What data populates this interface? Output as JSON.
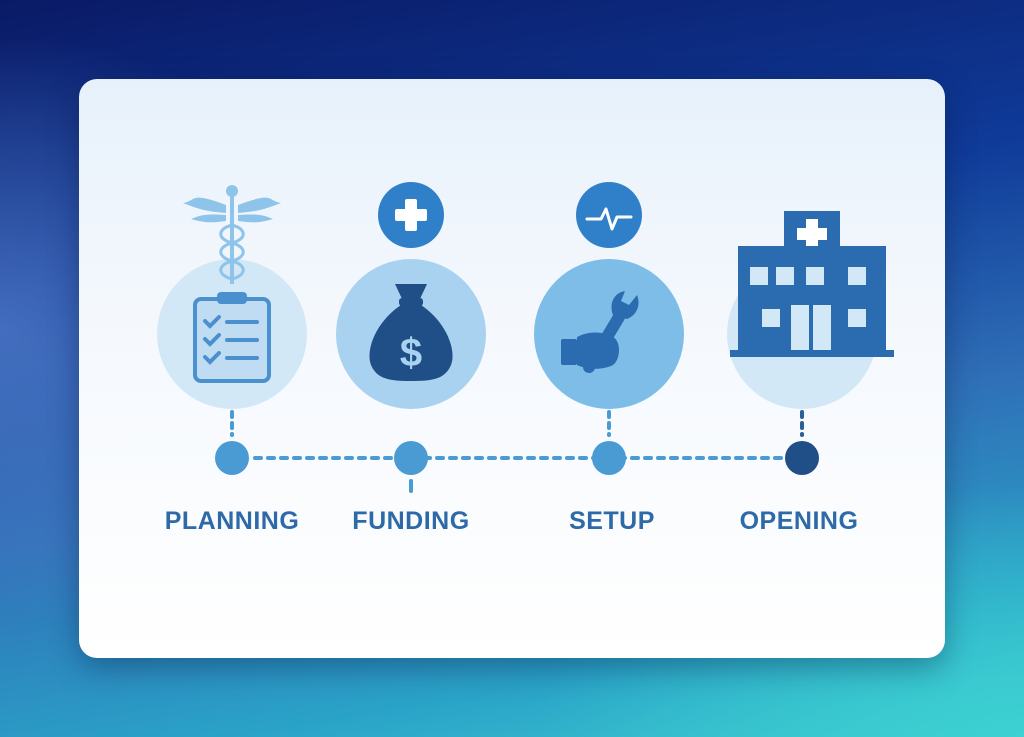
{
  "diagram": {
    "steps": [
      {
        "id": "planning",
        "label": "PLANNING",
        "icons": [
          "caduceus-icon",
          "clipboard-checklist-icon"
        ]
      },
      {
        "id": "funding",
        "label": "FUNDING",
        "icons": [
          "medical-cross-icon",
          "money-bag-icon"
        ]
      },
      {
        "id": "setup",
        "label": "SETUP",
        "icons": [
          "heartbeat-icon",
          "wrench-hand-icon"
        ]
      },
      {
        "id": "opening",
        "label": "OPENING",
        "icons": [
          "hospital-building-icon"
        ]
      }
    ],
    "colors": {
      "primary": "#2f80c9",
      "dark": "#1f4f86",
      "light_circle": "#d3e8f7",
      "mid_circle": "#a9d2f0",
      "node": "#4a9bd4",
      "final_node": "#1f4f86",
      "label": "#2e6aa8"
    }
  }
}
